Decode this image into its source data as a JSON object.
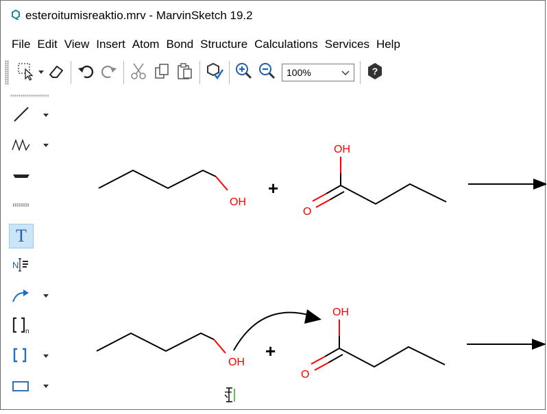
{
  "window": {
    "title": "esteroitumisreaktio.mrv - MarvinSketch 19.2",
    "app_icon": "marvin-app-icon"
  },
  "menu": [
    "File",
    "Edit",
    "View",
    "Insert",
    "Atom",
    "Bond",
    "Structure",
    "Calculations",
    "Services",
    "Help"
  ],
  "toolbar": {
    "zoom_value": "100%",
    "icons": [
      "selection-icon",
      "eraser-icon",
      "undo-icon",
      "redo-icon",
      "cut-icon",
      "copy-icon",
      "paste-icon",
      "clean-structure-icon",
      "zoom-in-icon",
      "zoom-out-icon",
      "help-icon"
    ]
  },
  "palette": {
    "items": [
      "single-bond-tool",
      "chain-tool",
      "ring-tool",
      "stereo-bond-tool",
      "text-tool",
      "reaction-numbering-tool",
      "arrow-tool",
      "sgroup-tool",
      "bracket-tool",
      "rectangle-tool"
    ],
    "text_tool_label": "T",
    "bracket_subscript": "n"
  },
  "canvas": {
    "reaction1": {
      "alcohol_label": "OH",
      "plus": "+",
      "acid_oh_label": "OH",
      "acid_o_label": "O"
    },
    "reaction2": {
      "alcohol_label": "OH",
      "plus": "+",
      "acid_oh_label": "OH",
      "acid_o_label": "O"
    },
    "atom_color": "#ff0000"
  }
}
